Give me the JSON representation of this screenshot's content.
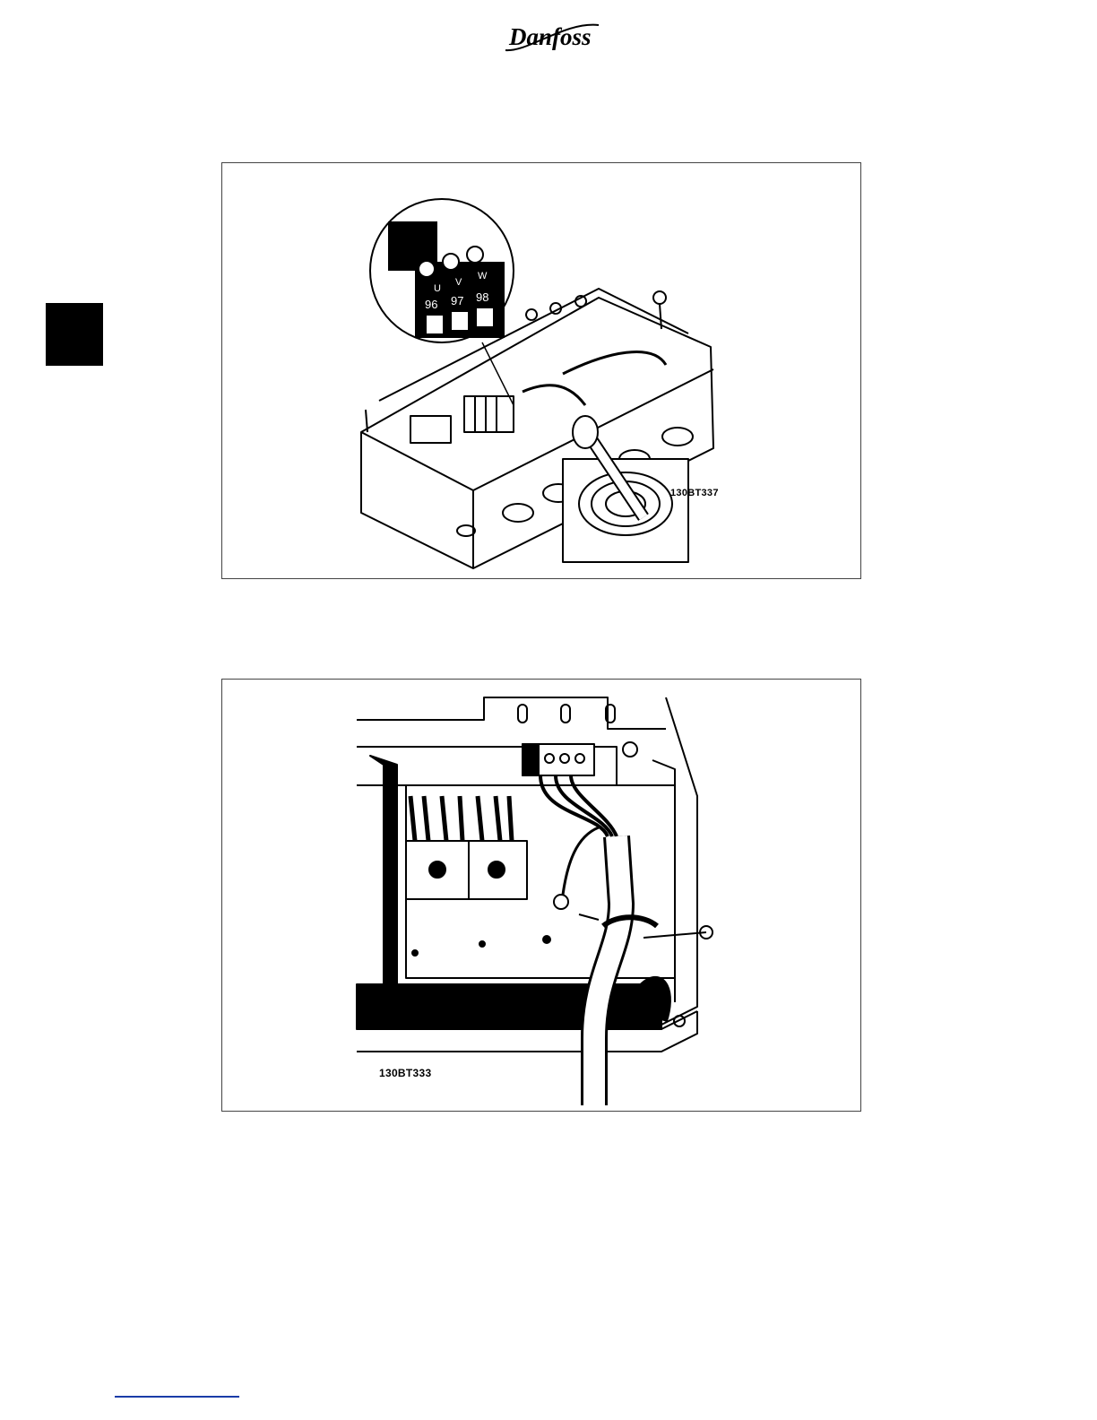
{
  "header": {
    "brand_logo": "Danfoss",
    "logo_icon": "danfoss-logo"
  },
  "figures": [
    {
      "code": "130BT337",
      "terminals": [
        {
          "letter": "U",
          "number": "96"
        },
        {
          "letter": "V",
          "number": "97"
        },
        {
          "letter": "W",
          "number": "98"
        }
      ]
    },
    {
      "code": "130BT333"
    }
  ],
  "colors": {
    "ink": "#000000",
    "frame": "#444444",
    "footer_rule": "#1a3ca8"
  }
}
